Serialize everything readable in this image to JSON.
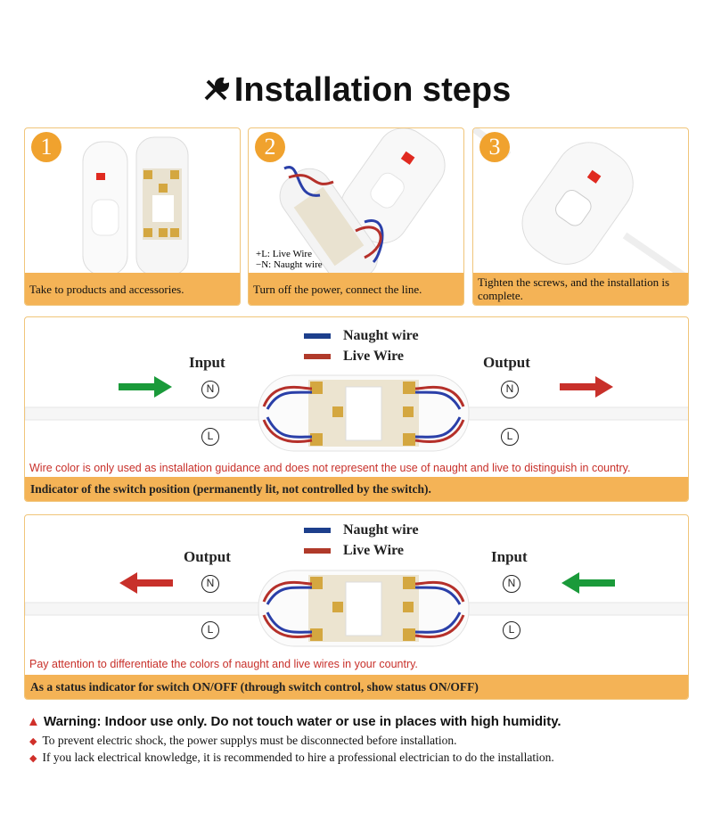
{
  "title": "Installation steps",
  "steps": [
    {
      "number": "1",
      "caption": "Take to products and accessories."
    },
    {
      "number": "2",
      "caption": "Turn off the power, connect the line.",
      "labels": [
        "+L:  Live Wire",
        "−N:  Naught wire"
      ]
    },
    {
      "number": "3",
      "caption": "Tighten the screws, and the installation is complete."
    }
  ],
  "legend": {
    "naught": "Naught wire",
    "live": "Live Wire"
  },
  "colors": {
    "naught": "#1d3f8c",
    "live": "#b03a2a",
    "orange": "#f4b356",
    "green": "#1a9a3a",
    "red_arrow": "#c8302a"
  },
  "panel1": {
    "left_label": "Input",
    "right_label": "Output",
    "n": "N",
    "l": "L",
    "note": "Wire color is only used as installation guidance and does not represent the use of naught and live to distinguish in country.",
    "strip": "Indicator of the switch position (permanently lit, not controlled by the switch)."
  },
  "panel2": {
    "left_label": "Output",
    "right_label": "Input",
    "n": "N",
    "l": "L",
    "note": "Pay attention to differentiate the colors of naught and live wires in your country.",
    "strip": "As a status indicator for switch ON/OFF (through switch control, show status ON/OFF)"
  },
  "warning": "Warning: Indoor use only. Do not touch water or use in places with high humidity.",
  "bullets": [
    "To prevent electric shock, the power supplys must be disconnected before installation.",
    "If you lack electrical knowledge, it is recommended to hire a professional electrician to do the installation."
  ]
}
